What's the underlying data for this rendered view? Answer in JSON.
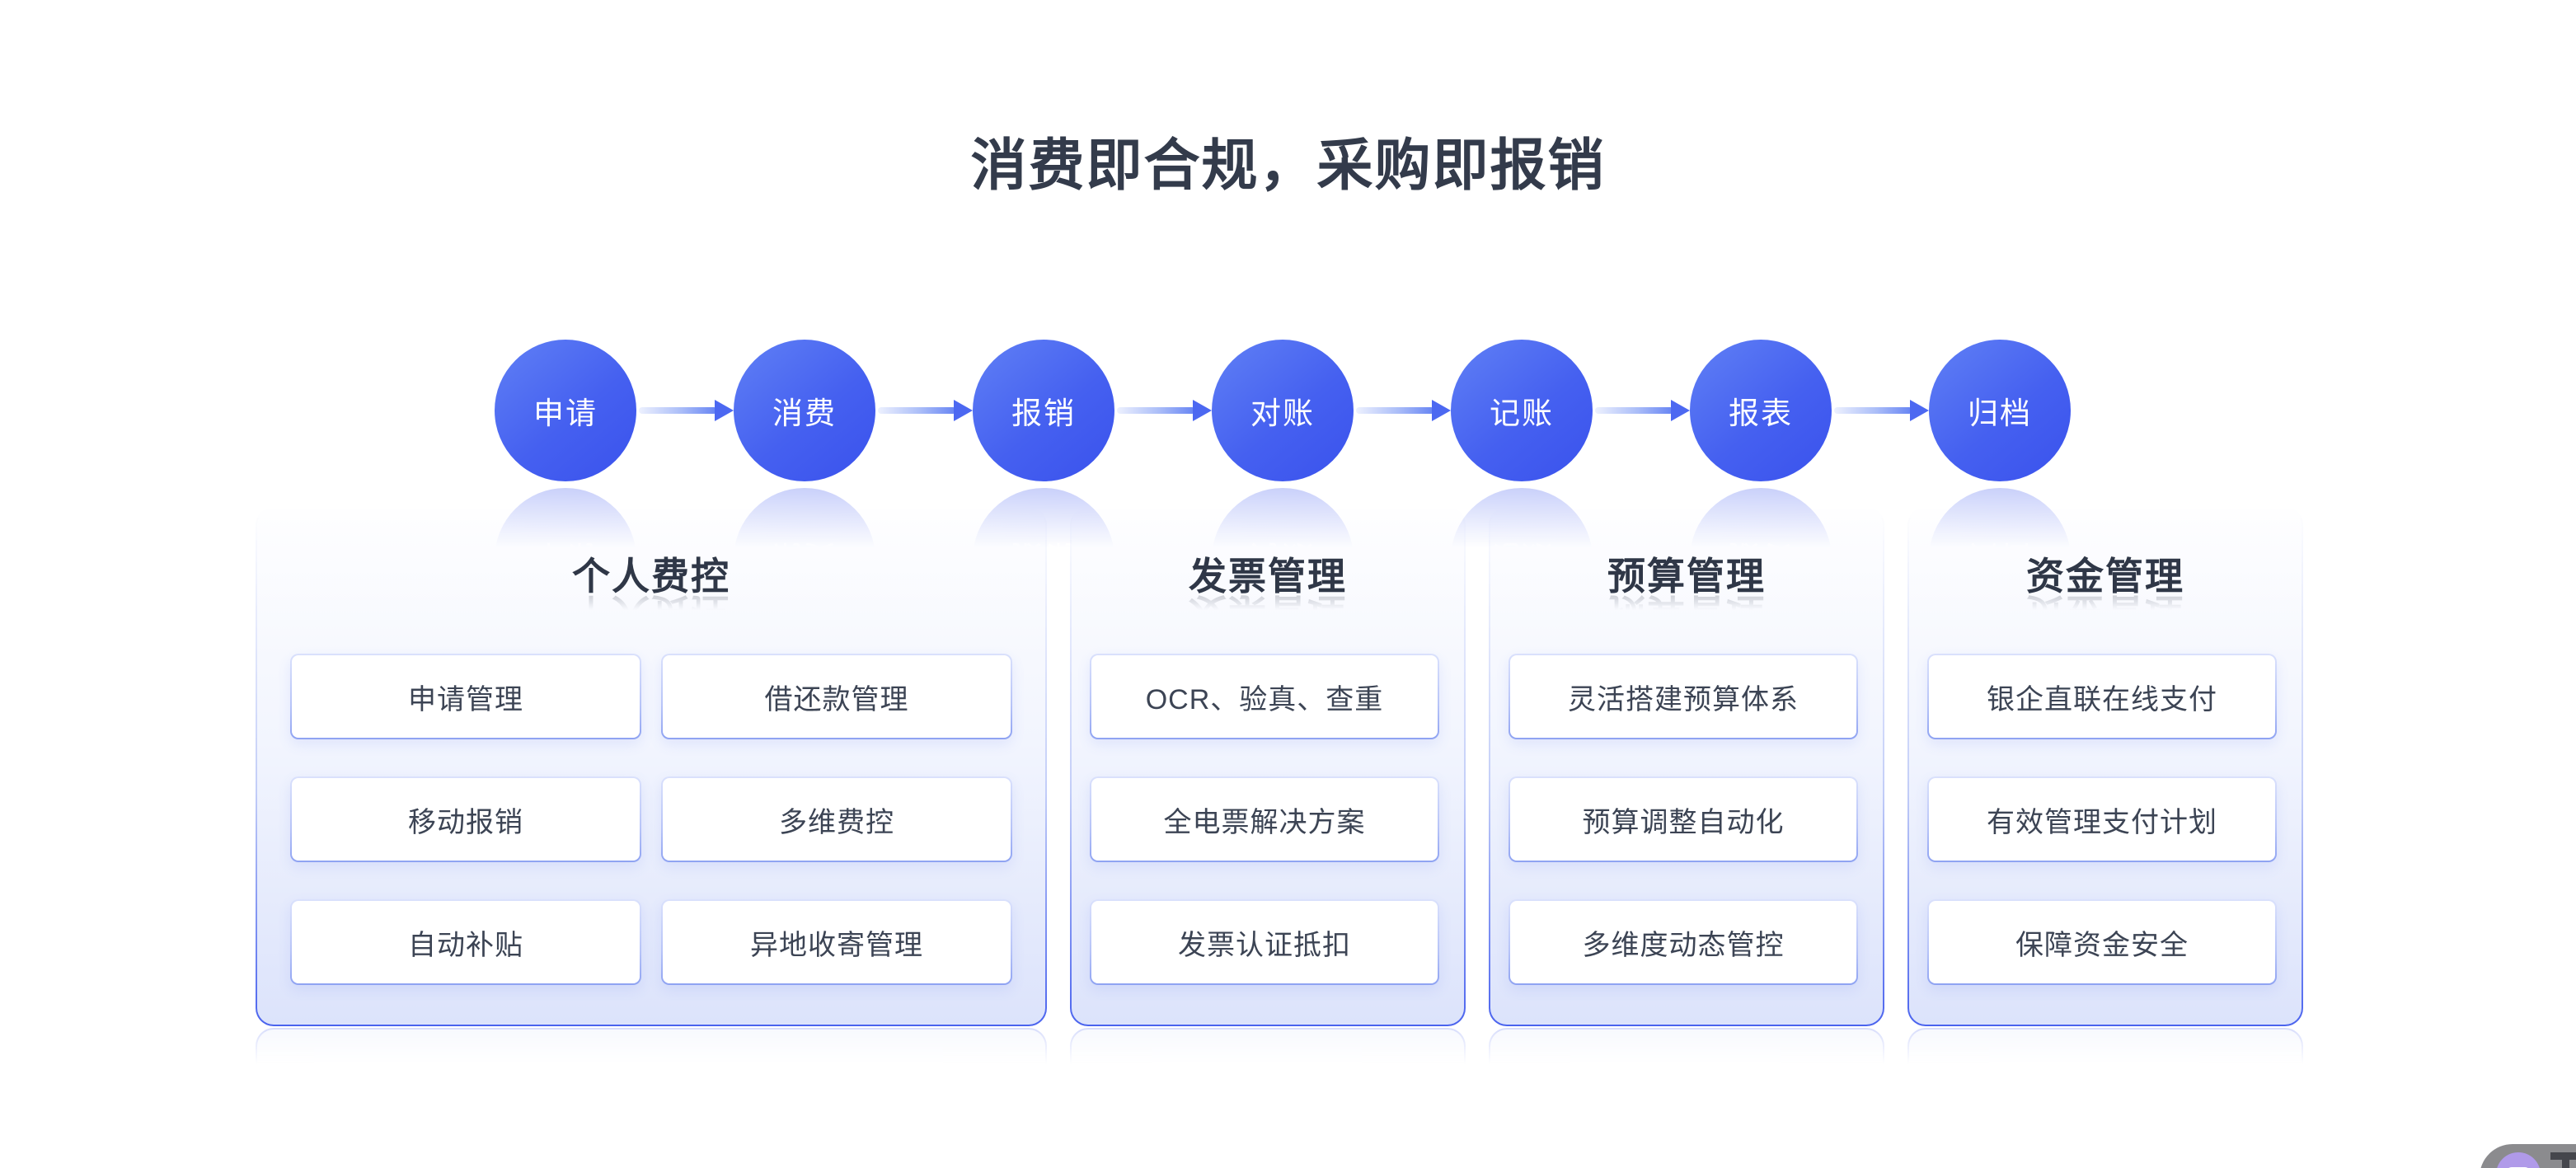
{
  "title": "消费即合规，采购即报销",
  "flow": {
    "steps": [
      "申请",
      "消费",
      "报销",
      "对账",
      "记账",
      "报表",
      "归档"
    ]
  },
  "cards": [
    {
      "title": "个人费控",
      "items": [
        "申请管理",
        "借还款管理",
        "移动报销",
        "多维费控",
        "自动补贴",
        "异地收寄管理"
      ]
    },
    {
      "title": "发票管理",
      "items": [
        "OCR、验真、查重",
        "全电票解决方案",
        "发票认证抵扣"
      ]
    },
    {
      "title": "预算管理",
      "items": [
        "灵活搭建预算体系",
        "预算调整自动化",
        "多维度动态管控"
      ]
    },
    {
      "title": "资金管理",
      "items": [
        "银企直联在线支付",
        "有效管理支付计划",
        "保障资金安全"
      ]
    }
  ],
  "colors": {
    "title_text": "#333B4B",
    "card_title_text": "#2F3747",
    "item_text": "#3C4454",
    "circle_gradient_start": "#6080F5",
    "circle_gradient_end": "#3A52ED",
    "arrow_head": "#4C68F1",
    "card_border_bottom": "#4A63EE",
    "card_bg_bottom": "#DCE3FB",
    "watermark_pill": "#8B8B8E",
    "watermark_avatar": "#B09AE9"
  }
}
